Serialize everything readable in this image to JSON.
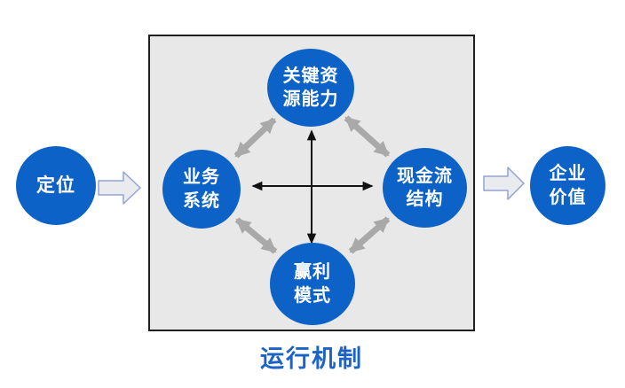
{
  "diagram": {
    "nodes": {
      "positioning": {
        "label": "定位"
      },
      "key_resources": {
        "line1": "关键资",
        "line2": "源能力"
      },
      "business_system": {
        "line1": "业务",
        "line2": "系统"
      },
      "cash_flow": {
        "line1": "现金流",
        "line2": "结构"
      },
      "profit_model": {
        "line1": "赢利",
        "line2": "模式"
      },
      "enterprise_value": {
        "line1": "企业",
        "line2": "价值"
      }
    },
    "caption": "运行机制",
    "colors": {
      "node_blue": "#0c62c6",
      "node_text": "#ffffff",
      "caption_blue": "#1b63c6",
      "box_fill": "#e8e8e8",
      "box_border": "#1f1f1f",
      "gray_arrow": "#a9a9a9",
      "black_arrow": "#111111",
      "block_arrow_fill": "#e9ebee",
      "block_arrow_border": "#94a3d2",
      "background": "#ffffff"
    }
  }
}
